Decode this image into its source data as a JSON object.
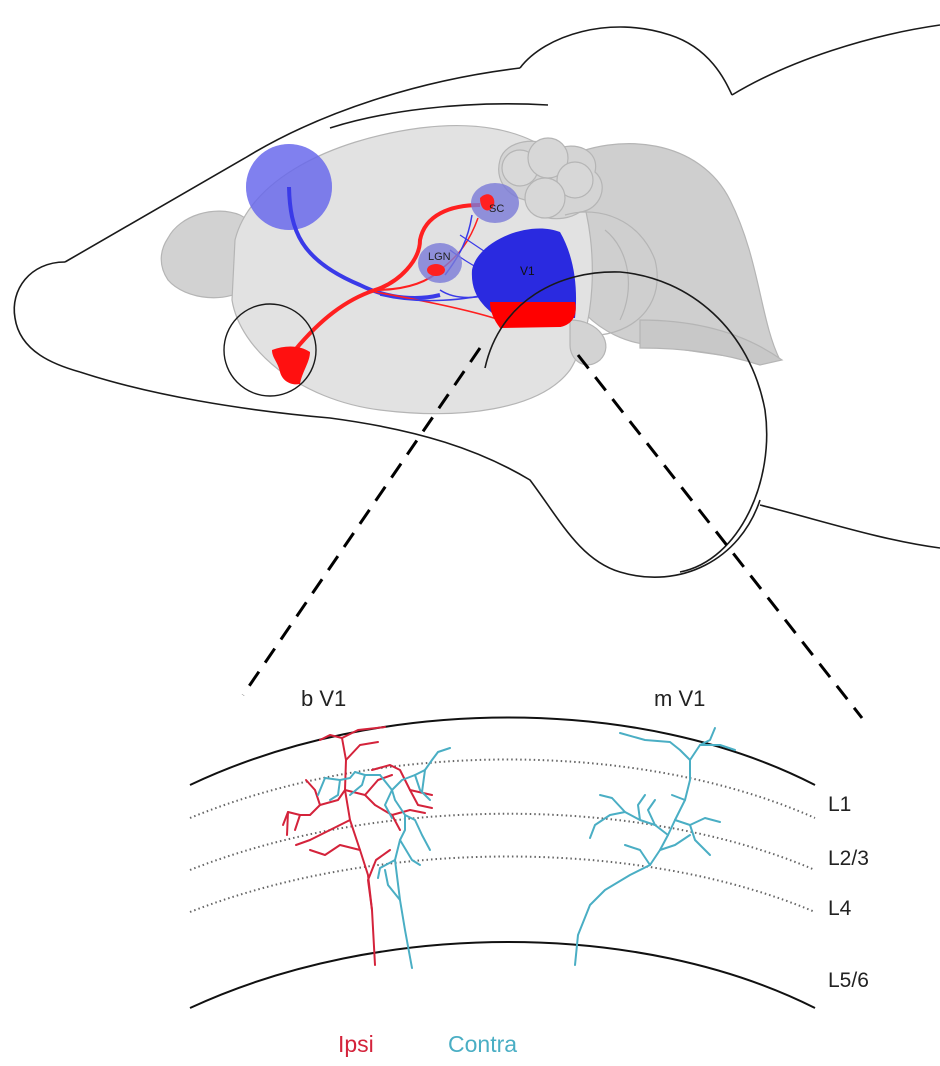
{
  "brain": {
    "regions": {
      "sc": "SC",
      "lgn": "LGN",
      "v1": "V1"
    },
    "colors": {
      "ipsi_red": "#ff0000",
      "contra_blue": "#2a2ae0",
      "brain_gray": "#dedede"
    }
  },
  "inset": {
    "areas": {
      "binocular": "b V1",
      "monocular": "m V1"
    },
    "layers": [
      "L1",
      "L2/3",
      "L4",
      "L5/6"
    ],
    "legend": {
      "ipsi": "Ipsi",
      "contra": "Contra"
    },
    "colors": {
      "ipsi": "#d4233b",
      "contra": "#4aaec4"
    }
  }
}
